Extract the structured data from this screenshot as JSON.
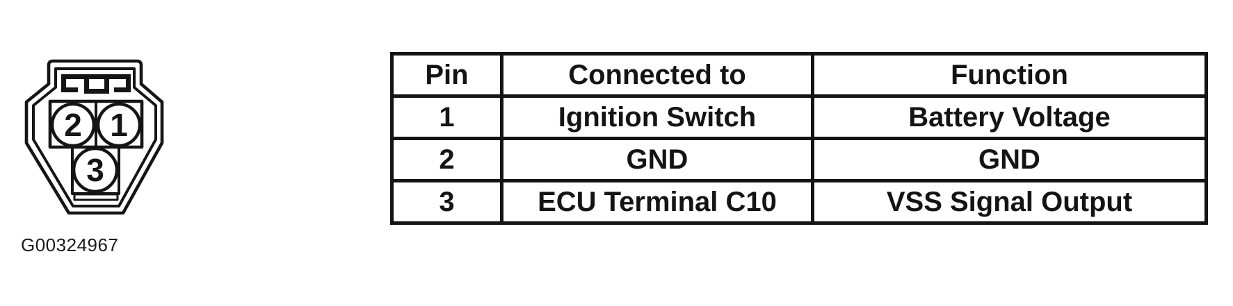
{
  "diagram": {
    "pins": [
      {
        "label": "2"
      },
      {
        "label": "1"
      },
      {
        "label": "3"
      }
    ],
    "caption": "G00324967"
  },
  "pin_table": {
    "headers": [
      "Pin",
      "Connected to",
      "Function"
    ],
    "rows": [
      [
        "1",
        "Ignition Switch",
        "Battery Voltage"
      ],
      [
        "2",
        "GND",
        "GND"
      ],
      [
        "3",
        "ECU Terminal C10",
        "VSS Signal Output"
      ]
    ]
  },
  "colors": {
    "ink": "#151515",
    "background": "#ffffff"
  }
}
